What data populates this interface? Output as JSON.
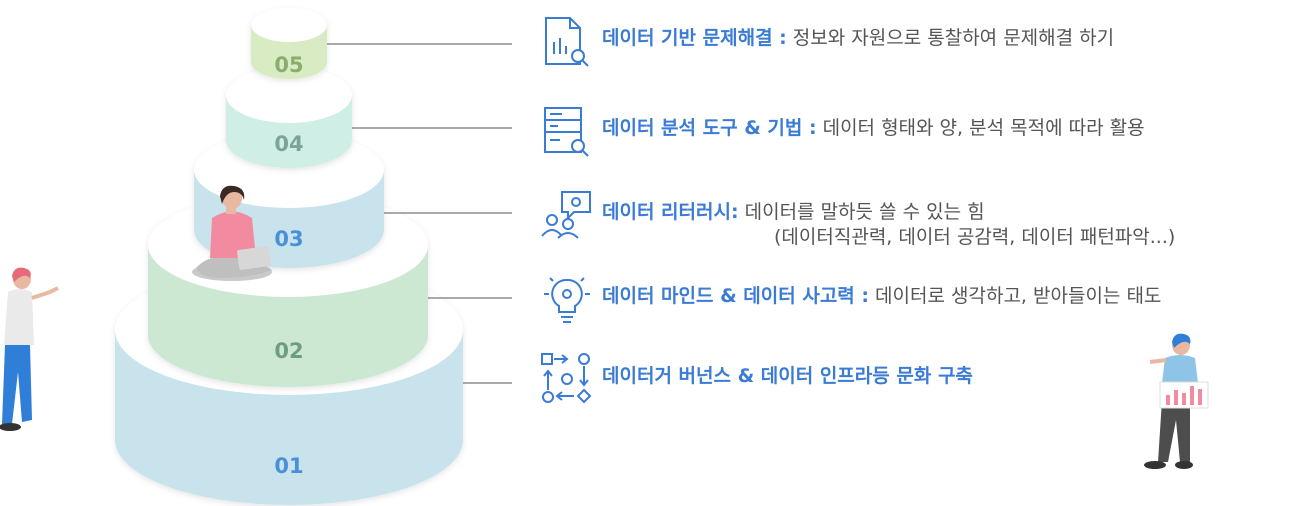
{
  "tiers": [
    {
      "label": "01",
      "color": "#c8e3ec",
      "num_color": "#4a90d9"
    },
    {
      "label": "02",
      "color": "#cde8d2",
      "num_color": "#6e9e80"
    },
    {
      "label": "03",
      "color": "#c8e3ec",
      "num_color": "#4a90d9"
    },
    {
      "label": "04",
      "color": "#cfeee6",
      "num_color": "#7aa39a"
    },
    {
      "label": "05",
      "color": "#d8ebc2",
      "num_color": "#8aad6e"
    }
  ],
  "items": [
    {
      "icon": "document-search-icon",
      "title": "데이터 기반 문제해결 :",
      "desc": " 정보와 자원으로 통찰하여 문제해결 하기"
    },
    {
      "icon": "data-list-search-icon",
      "title": "데이터 분석 도구 & 기법 :",
      "desc": " 데이터 형태와 양, 분석 목적에 따라 활용"
    },
    {
      "icon": "people-gear-icon",
      "title": "데이터 리터러시:",
      "desc": " 데이터를 말하듯 쓸 수 있는 힘",
      "sub": "(데이터직관력, 데이터 공감력, 데이터 패턴파악...)"
    },
    {
      "icon": "lightbulb-gear-icon",
      "title": "데이터 마인드 & 데이터 사고력 :",
      "desc": " 데이터로 생각하고, 받아들이는 태도"
    },
    {
      "icon": "workflow-gear-icon",
      "title": "데이터거 버넌스 & 데이터 인프라등 문화 구축",
      "desc": ""
    }
  ],
  "colors": {
    "accent": "#3a7bd5",
    "text": "#555555",
    "line": "#555555"
  }
}
